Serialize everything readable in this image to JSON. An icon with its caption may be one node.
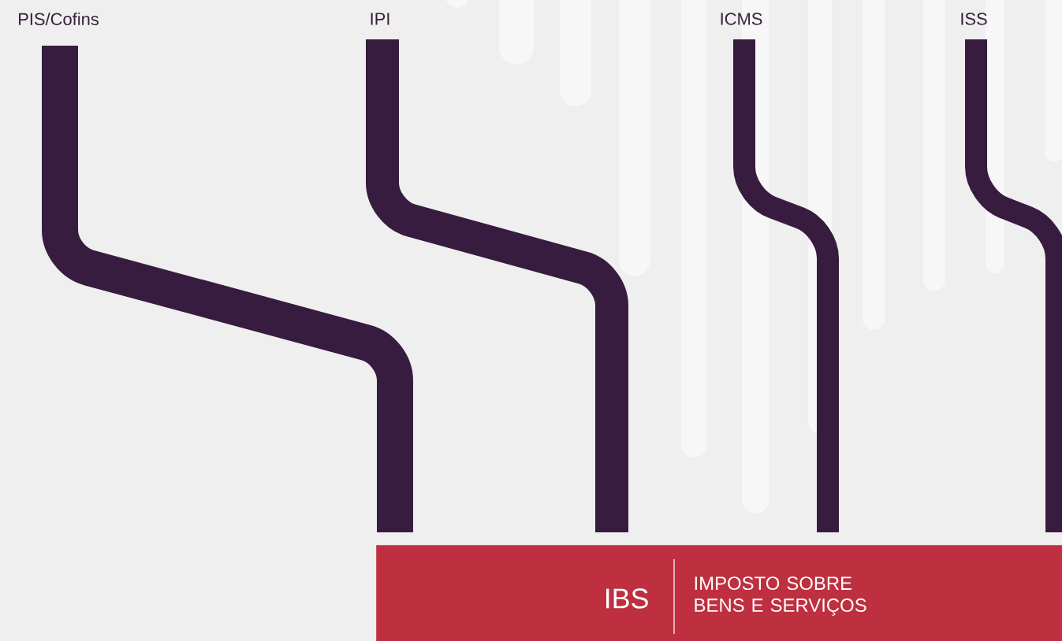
{
  "diagram": {
    "nodes": [
      {
        "text": [
          "PIS/Cofins"
        ]
      },
      {
        "text": [
          "IPI"
        ]
      },
      {
        "text": [
          "ICMS"
        ]
      },
      {
        "text": [
          "ISS"
        ]
      },
      {
        "text": [
          "IBS",
          "IMPOSTO SOBRE BENS E SERVIÇOS"
        ]
      }
    ],
    "edges": [
      {
        "from": 0,
        "to": 4,
        "arrow": "none"
      },
      {
        "from": 1,
        "to": 4,
        "arrow": "none"
      },
      {
        "from": 2,
        "to": 4,
        "arrow": "none"
      },
      {
        "from": 3,
        "to": 4,
        "arrow": "none"
      }
    ]
  }
}
